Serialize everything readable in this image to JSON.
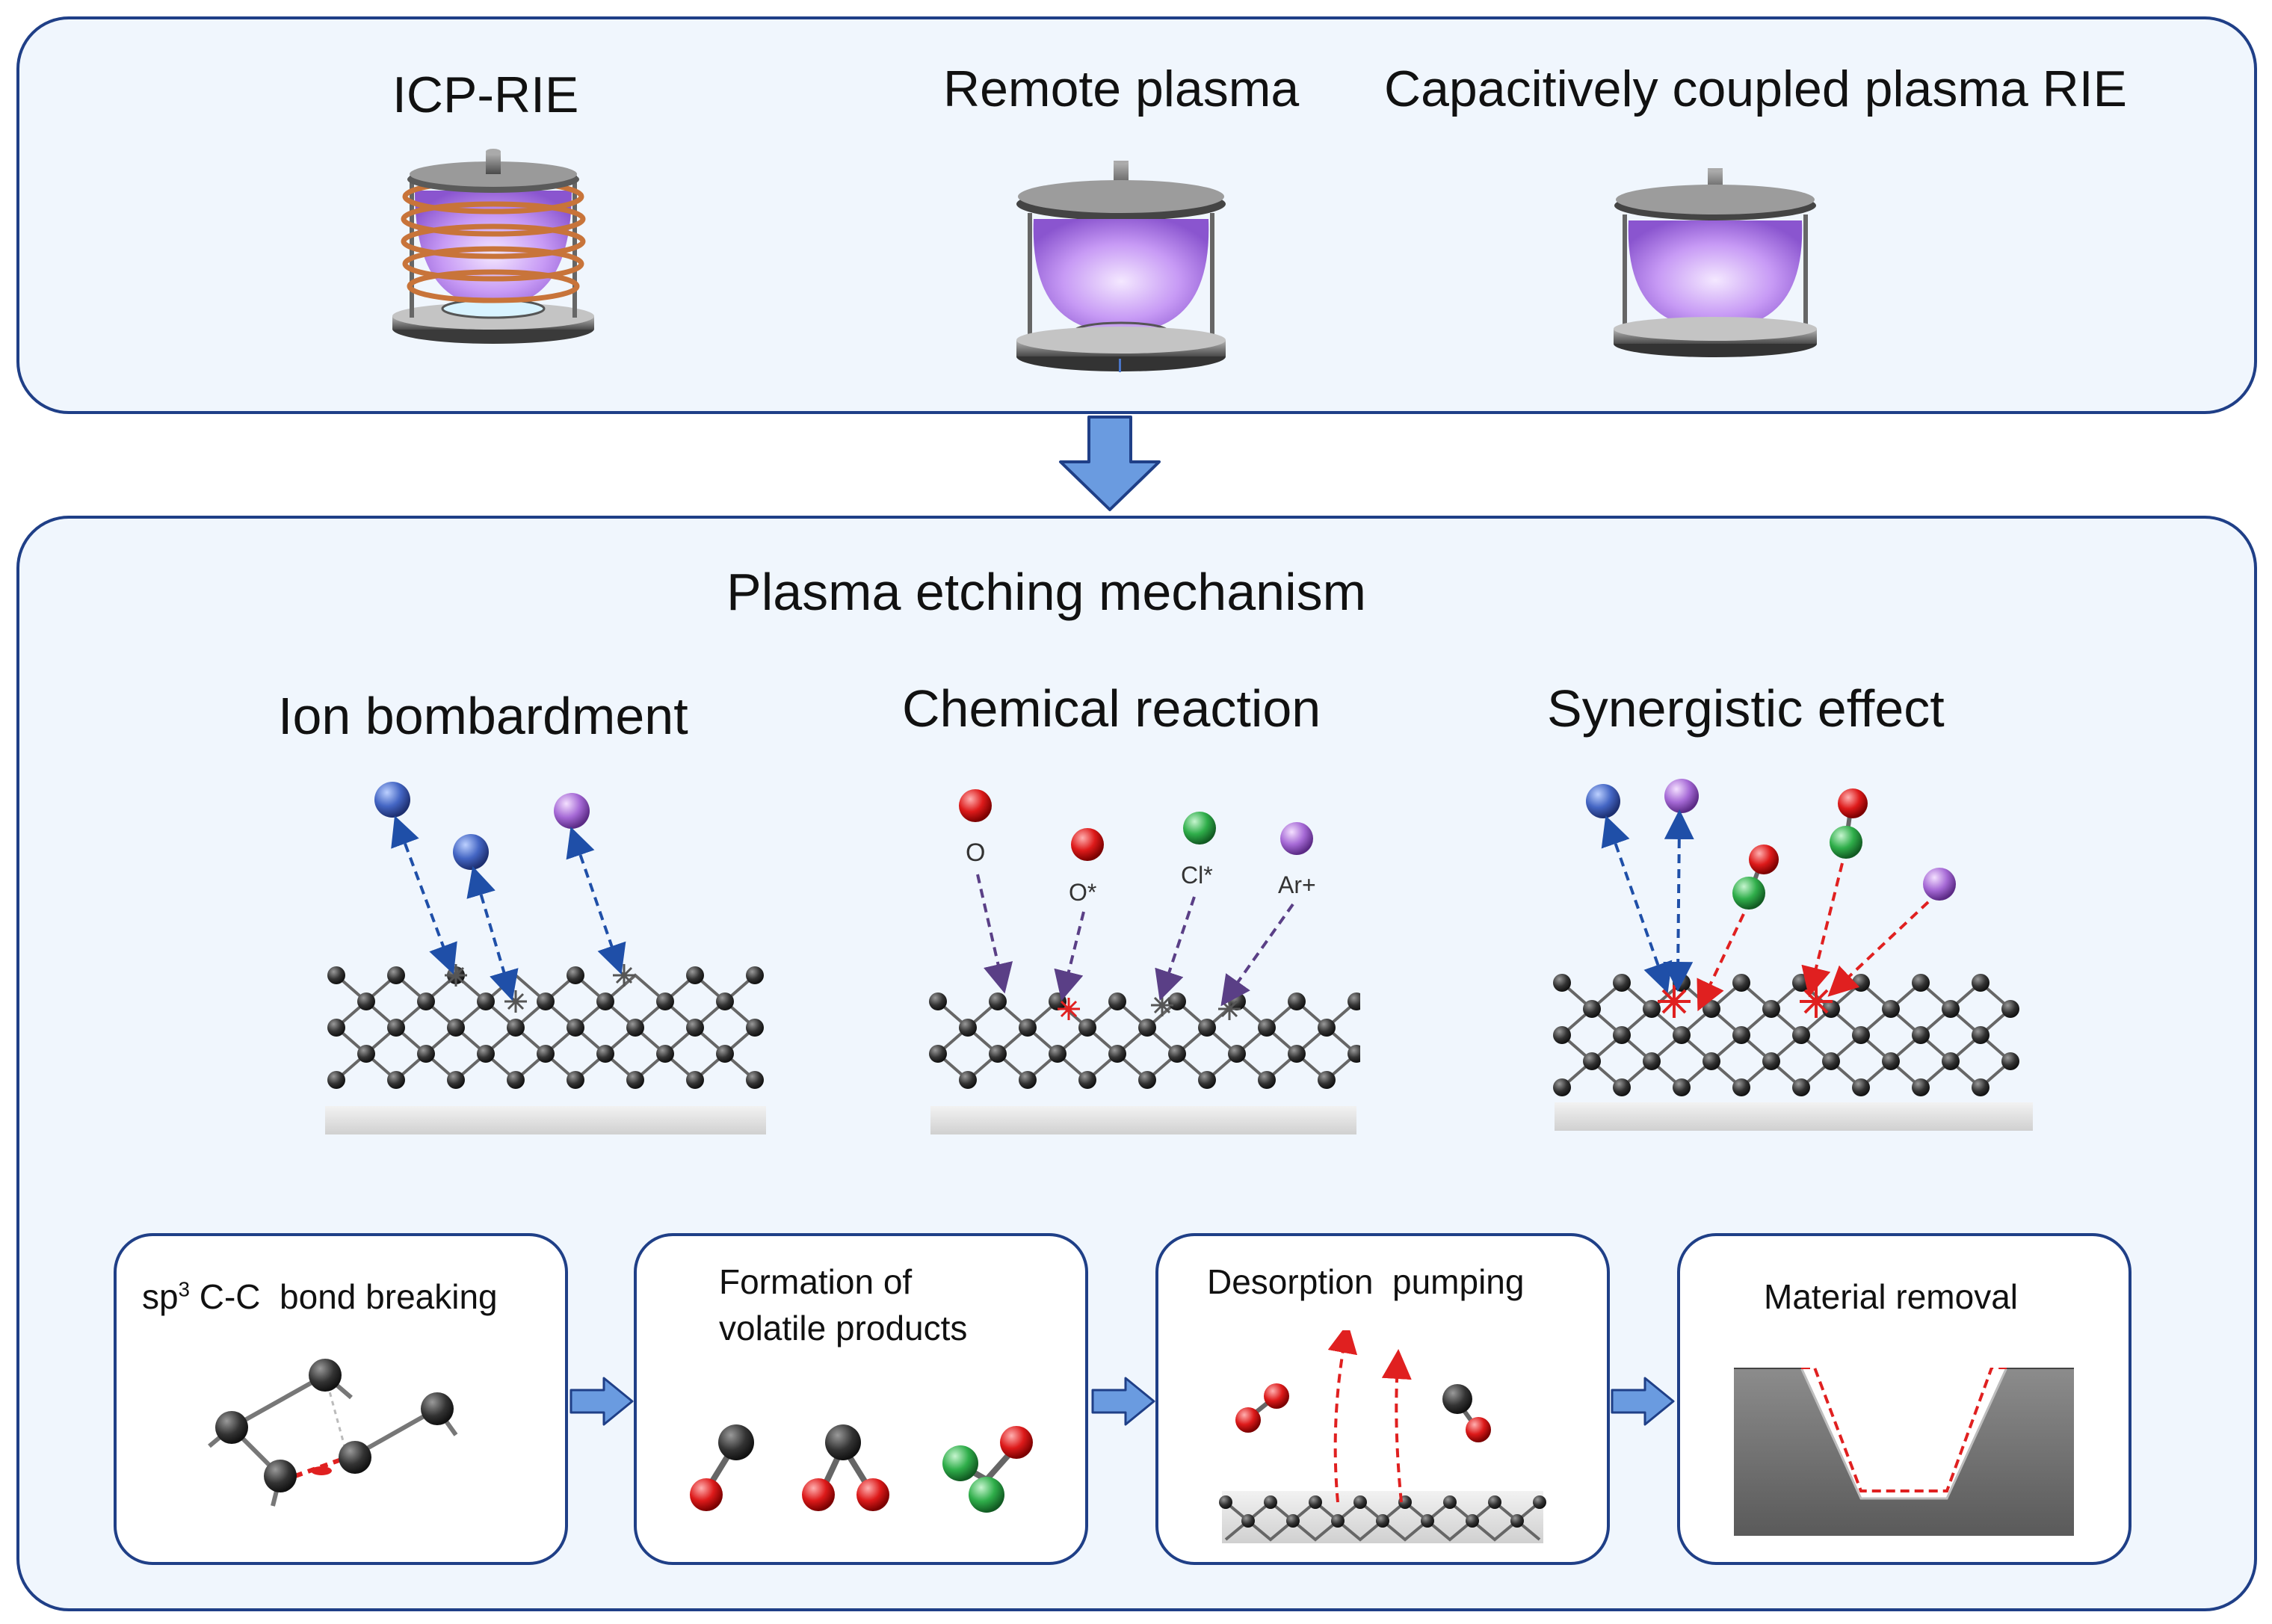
{
  "top": {
    "titles": [
      "ICP-RIE",
      "Remote plasma",
      "Capacitively coupled plasma RIE"
    ]
  },
  "mechanism": {
    "title": "Plasma etching mechanism",
    "headings": [
      "Ion bombardment",
      "Chemical reaction",
      "Synergistic effect"
    ],
    "species": [
      "O",
      "O*",
      "Cl*",
      "Ar+"
    ]
  },
  "steps": [
    {
      "prefix": "sp",
      "sup": "3",
      "rest": " C-C  bond breaking"
    },
    {
      "line1": "Formation of",
      "line2": "volatile products"
    },
    {
      "text": "Desorption  pumping"
    },
    {
      "text": "Material removal"
    }
  ],
  "colors": {
    "panel_border": "#1f3f87",
    "panel_fill": "#f0f6fd",
    "arrow_fill": "#6a9be0",
    "plasma": "#b98cf0",
    "coil": "#c8743a",
    "ion_blue": "#4466c4",
    "ion_purple": "#a66ad6",
    "oxygen": "#dd1a1a",
    "chlorine": "#2fae4a",
    "carbon": "#333333",
    "etch_outline": "#e02020"
  }
}
